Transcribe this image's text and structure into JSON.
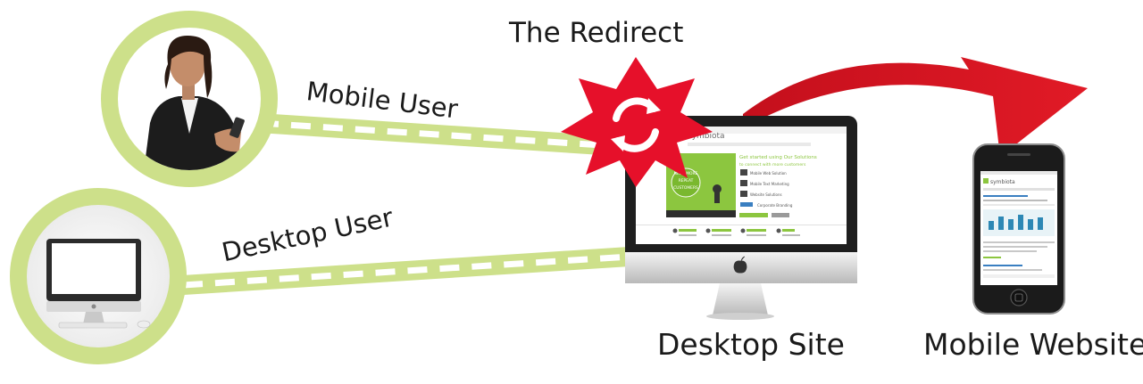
{
  "labels": {
    "redirect": "The Redirect",
    "mobile_user": "Mobile User",
    "desktop_user": "Desktop User",
    "desktop_site": "Desktop Site",
    "mobile_website": "Mobile Website"
  },
  "desktop_screen": {
    "brand": "symbiota",
    "headline": "Get started using Our Solutions",
    "subline": "to connect with more customers",
    "video_badge": [
      "NEED MORE",
      "REPEAT",
      "CUSTOMERS"
    ],
    "services": [
      "Mobile Web Solution",
      "Mobile Text Marketing",
      "Website Solutions",
      "Corporate Branding"
    ]
  },
  "phone_screen": {
    "brand": "symbiota"
  },
  "colors": {
    "ring": "#cde08a",
    "line": "#cde08a",
    "line_dash": "#ffffff",
    "burst": "#e6102a",
    "arrow": "#d4121f",
    "accent_green": "#8cc63f"
  },
  "icons": [
    "businesswoman-photo",
    "desktop-computer-icon",
    "redirect-arrows-icon",
    "imac-monitor",
    "iphone"
  ]
}
